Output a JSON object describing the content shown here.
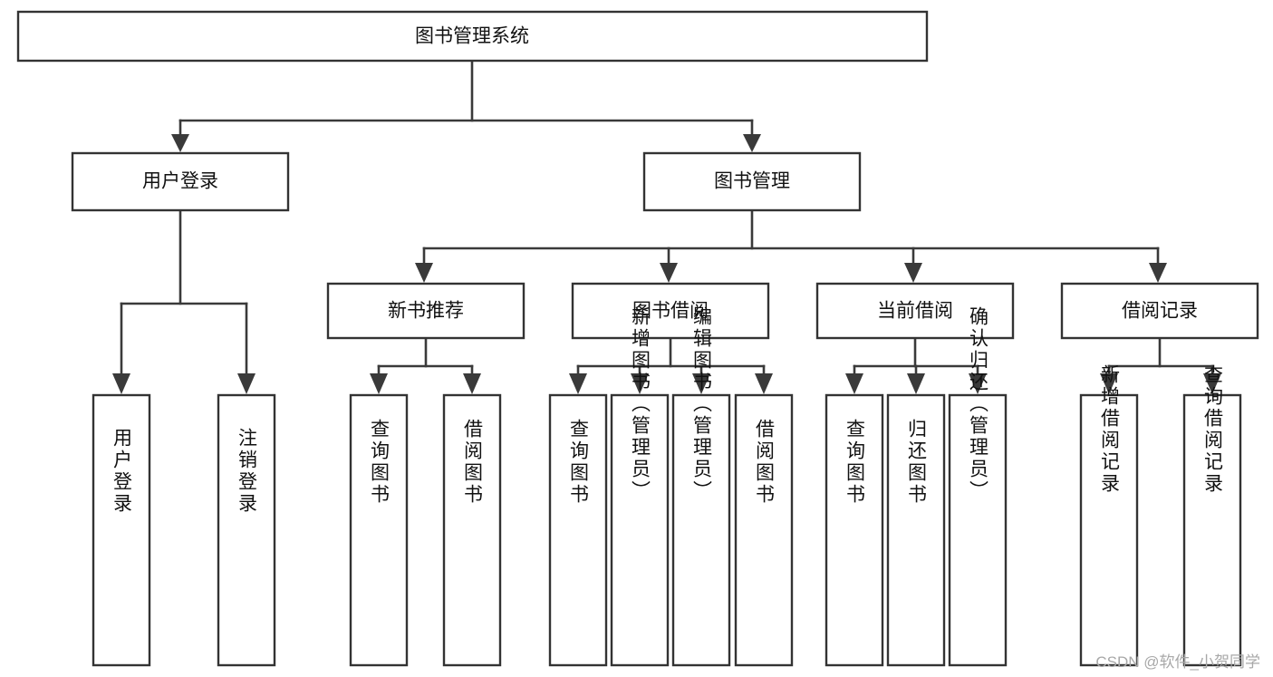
{
  "diagram": {
    "type": "tree-hierarchy-chart",
    "title": "图书管理系统",
    "root": {
      "id": "root",
      "label": "图书管理系统",
      "level": 0
    },
    "level1": [
      {
        "id": "user-login",
        "label": "用户登录",
        "level": 1
      },
      {
        "id": "book-manage",
        "label": "图书管理",
        "level": 1
      }
    ],
    "level2": [
      {
        "id": "new-book-recommend",
        "label": "新书推荐",
        "parent": "book-manage",
        "level": 2
      },
      {
        "id": "book-borrow",
        "label": "图书借阅",
        "parent": "book-manage",
        "level": 2
      },
      {
        "id": "current-borrow",
        "label": "当前借阅",
        "parent": "book-manage",
        "level": 2
      },
      {
        "id": "borrow-record",
        "label": "借阅记录",
        "parent": "book-manage",
        "level": 2
      }
    ],
    "leaves": [
      {
        "id": "leaf-user-login",
        "label": "用户登录",
        "parent": "user-login"
      },
      {
        "id": "leaf-logout-login",
        "label": "注销登录",
        "parent": "user-login"
      },
      {
        "id": "leaf-query-book-1",
        "label": "查询图书",
        "parent": "new-book-recommend"
      },
      {
        "id": "leaf-borrow-book-1",
        "label": "借阅图书",
        "parent": "new-book-recommend"
      },
      {
        "id": "leaf-query-book-2",
        "label": "查询图书",
        "parent": "book-borrow"
      },
      {
        "id": "leaf-add-book",
        "label": "新增图书（管理员）",
        "parent": "book-borrow"
      },
      {
        "id": "leaf-edit-book",
        "label": "编辑图书（管理员）",
        "parent": "book-borrow"
      },
      {
        "id": "leaf-borrow-book-2",
        "label": "借阅图书",
        "parent": "book-borrow"
      },
      {
        "id": "leaf-query-book-3",
        "label": "查询图书",
        "parent": "current-borrow"
      },
      {
        "id": "leaf-return-book",
        "label": "归还图书",
        "parent": "current-borrow"
      },
      {
        "id": "leaf-confirm-return",
        "label": "确认归还（管理员）",
        "parent": "current-borrow"
      },
      {
        "id": "leaf-add-record",
        "label": "新增借阅记录",
        "parent": "borrow-record"
      },
      {
        "id": "leaf-query-record",
        "label": "查询借阅记录",
        "parent": "borrow-record"
      }
    ],
    "colors": {
      "box_stroke": "#333333",
      "box_fill": "#ffffff",
      "connector": "#3a3a3a",
      "text": "#111111",
      "background": "#ffffff",
      "watermark": "#a8a8a8"
    }
  },
  "watermark": {
    "text": "CSDN @软件_小贺同学"
  }
}
